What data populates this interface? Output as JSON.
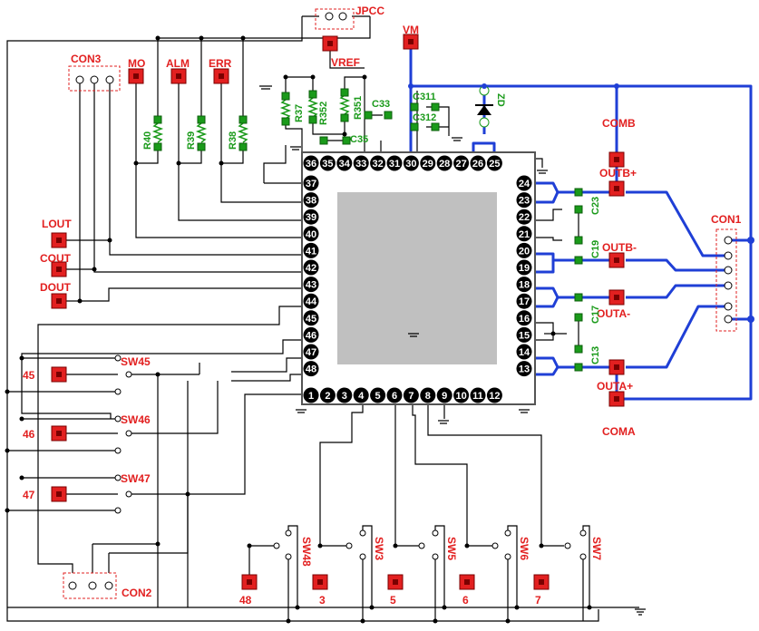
{
  "ic": {
    "top_pins": [
      "36",
      "35",
      "34",
      "33",
      "32",
      "31",
      "30",
      "29",
      "28",
      "27",
      "26",
      "25"
    ],
    "left_pins": [
      "37",
      "38",
      "39",
      "40",
      "41",
      "42",
      "43",
      "44",
      "45",
      "46",
      "47",
      "48"
    ],
    "bottom_pins": [
      "1",
      "2",
      "3",
      "4",
      "5",
      "6",
      "7",
      "8",
      "9",
      "10",
      "11",
      "12"
    ],
    "right_pins": [
      "24",
      "23",
      "22",
      "21",
      "20",
      "19",
      "18",
      "17",
      "16",
      "15",
      "14",
      "13"
    ]
  },
  "labels": {
    "jpcc": "JPCC",
    "vm": "VM",
    "vref": "VREF",
    "con3": "CON3",
    "mo": "MO",
    "alm": "ALM",
    "err": "ERR",
    "lout": "LOUT",
    "cout": "COUT",
    "dout": "DOUT",
    "comb": "COMB",
    "outb_plus": "OUTB+",
    "outb_minus": "OUTB-",
    "outa_minus": "OUTA-",
    "outa_plus": "OUTA+",
    "coma": "COMA",
    "con1": "CON1",
    "con2": "CON2",
    "sw45": "SW45",
    "sw46": "SW46",
    "sw47": "SW47",
    "sw48": "SW48",
    "sw3": "SW3",
    "sw5": "SW5",
    "sw6": "SW6",
    "sw7": "SW7",
    "pad45": "45",
    "pad46": "46",
    "pad47": "47",
    "pad48": "48",
    "pad3": "3",
    "pad5": "5",
    "pad6": "6",
    "pad7": "7",
    "zd": "ZD"
  },
  "components": {
    "r40": "R40",
    "r39": "R39",
    "r38": "R38",
    "r37": "R37",
    "r352": "R352",
    "r351": "R351",
    "c33": "C33",
    "c35": "C35",
    "c311": "C311",
    "c312": "C312",
    "c23": "C23",
    "c19": "C19",
    "c17": "C17",
    "c13": "C13"
  }
}
